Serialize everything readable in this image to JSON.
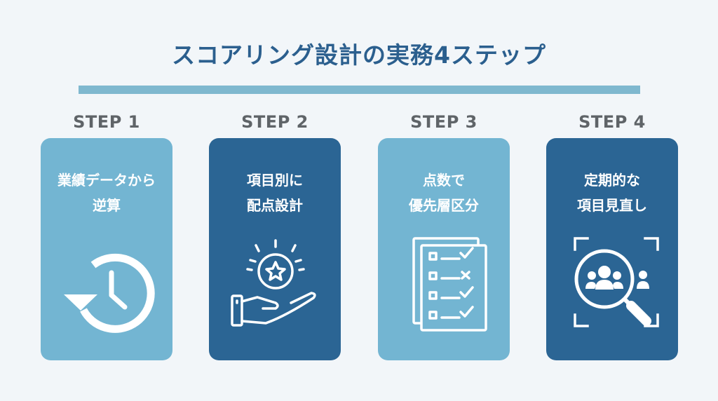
{
  "title": "スコアリング設計の実務4ステップ",
  "steps": [
    {
      "label": "STEP 1",
      "lines": [
        "業績データから",
        "逆算"
      ],
      "icon": "history-clock-icon"
    },
    {
      "label": "STEP 2",
      "lines": [
        "項目別に",
        "配点設計"
      ],
      "icon": "hand-star-icon"
    },
    {
      "label": "STEP 3",
      "lines": [
        "点数で",
        "優先層区分"
      ],
      "icon": "checklist-icon"
    },
    {
      "label": "STEP 4",
      "lines": [
        "定期的な",
        "項目見直し"
      ],
      "icon": "magnifier-people-icon"
    }
  ],
  "colors": {
    "title": "#2b5f8e",
    "rule": "#7fb8cf",
    "card_light": "#73b5d2",
    "card_dark": "#2b6594",
    "step_label": "#5f6468",
    "background": "#f2f6f9"
  }
}
